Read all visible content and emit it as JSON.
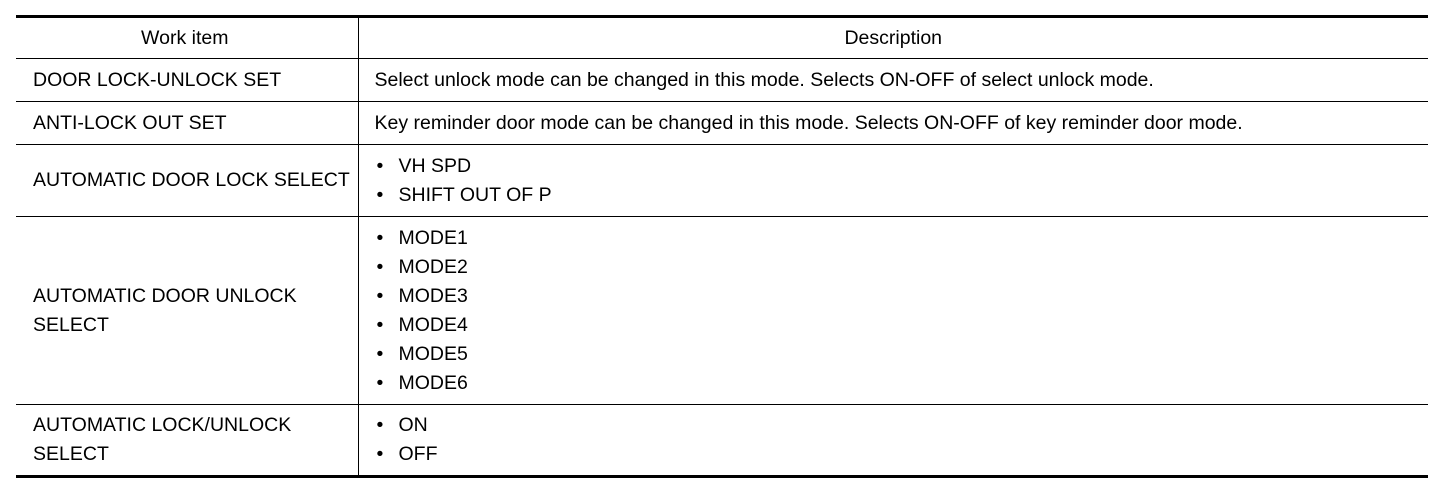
{
  "table": {
    "headers": {
      "work_item": "Work item",
      "description": "Description"
    },
    "rows": [
      {
        "item": "DOOR LOCK-UNLOCK SET",
        "description": "Select unlock mode can be changed in this mode. Selects ON-OFF of select unlock mode."
      },
      {
        "item": "ANTI-LOCK OUT SET",
        "description": "Key reminder door mode can be changed in this mode. Selects ON-OFF of key reminder door mode."
      },
      {
        "item": "AUTOMATIC DOOR LOCK SELECT",
        "options": [
          "VH SPD",
          "SHIFT OUT OF P"
        ]
      },
      {
        "item": "AUTOMATIC DOOR UNLOCK SELECT",
        "options": [
          "MODE1",
          "MODE2",
          "MODE3",
          "MODE4",
          "MODE5",
          "MODE6"
        ]
      },
      {
        "item": "AUTOMATIC LOCK/UNLOCK SELECT",
        "options": [
          "ON",
          "OFF"
        ]
      }
    ],
    "bullet_glyph": "•"
  }
}
